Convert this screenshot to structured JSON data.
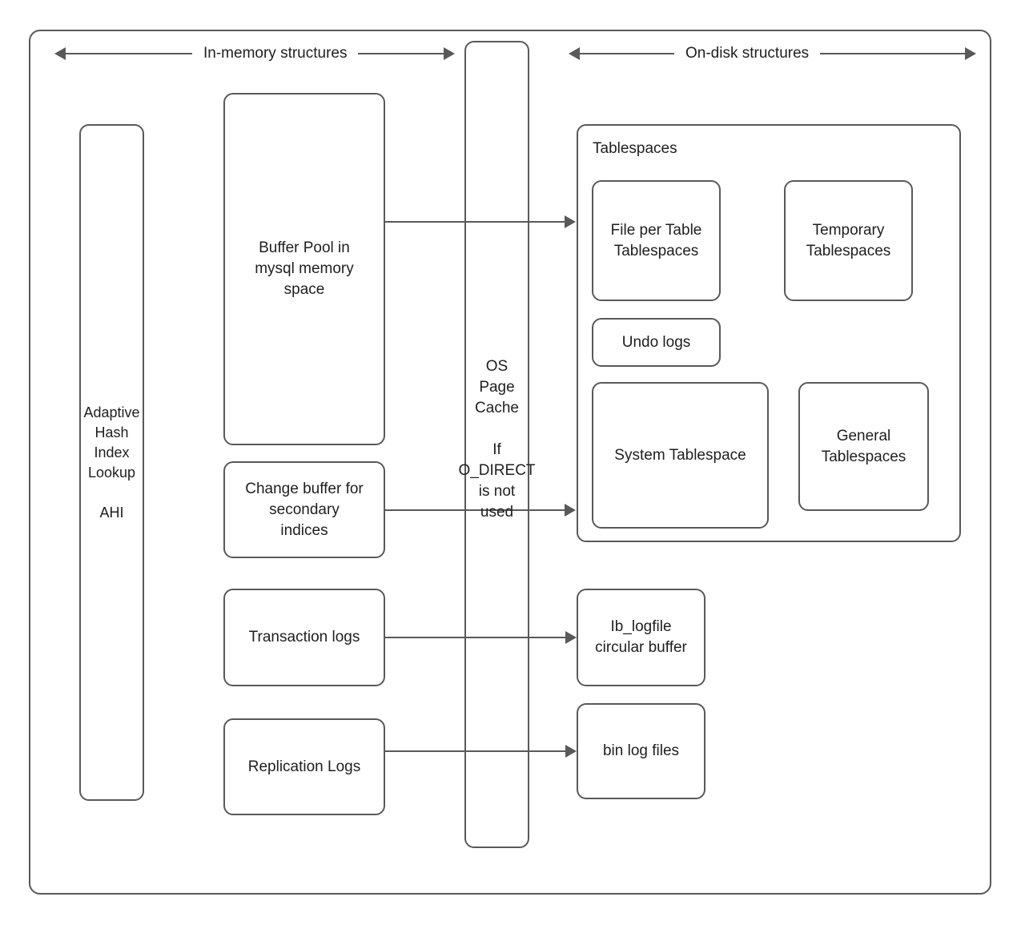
{
  "diagram": {
    "title": "MySQL InnoDB in-memory and on-disk structures",
    "stroke_color": "#59595B",
    "text_color": "#1f1f1f",
    "background_color": "#ffffff"
  },
  "headers": {
    "in_memory": "In-memory structures",
    "on_disk": "On-disk structures"
  },
  "in_memory": {
    "ahi": "Adaptive\nHash\nIndex\nLookup\n\nAHI",
    "buffer_pool": "Buffer Pool in\nmysql memory\nspace",
    "change_buffer": "Change buffer for\nsecondary\nindices",
    "transaction_logs": "Transaction logs",
    "replication_logs": "Replication Logs"
  },
  "os_layer": {
    "page_cache": "OS\nPage\nCache\n\nIf\nO_DIRECT\nis not\nused"
  },
  "on_disk": {
    "tablespaces_title": "Tablespaces",
    "file_per_table": "File per Table\nTablespaces",
    "temporary_tablespaces": "Temporary\nTablespaces",
    "undo_logs": "Undo logs",
    "system_tablespace": "System Tablespace",
    "general_tablespaces": "General\nTablespaces",
    "ib_logfile": "Ib_logfile\ncircular buffer",
    "bin_log_files": "bin log files"
  },
  "connectors": [
    {
      "from": "buffer_pool",
      "to": "tablespaces"
    },
    {
      "from": "change_buffer",
      "to": "tablespaces"
    },
    {
      "from": "transaction_logs",
      "to": "ib_logfile"
    },
    {
      "from": "replication_logs",
      "to": "bin_log_files"
    }
  ]
}
